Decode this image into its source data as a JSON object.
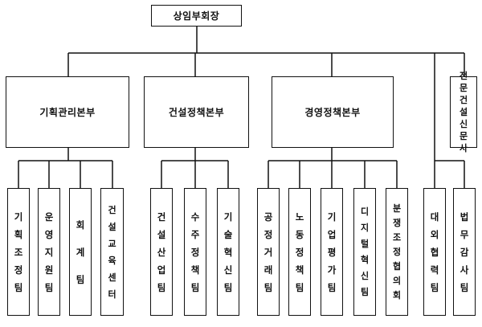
{
  "top": {
    "label": "상임부회장"
  },
  "divisions": [
    {
      "label": "기획관리본부",
      "teams": [
        "기획조정팀",
        "운영지원팀",
        "회계팀",
        "건설교육센터"
      ]
    },
    {
      "label": "건설정책본부",
      "teams": [
        "건설산업팀",
        "수주정책팀",
        "기술혁신팀"
      ]
    },
    {
      "label": "경영정책본부",
      "teams": [
        "공정거래팀",
        "노동정책팀",
        "기업평가팀",
        "디지털혁신팀",
        "분쟁조정협의회"
      ]
    }
  ],
  "newspaper": {
    "label": "전문건설신문사"
  },
  "direct_teams": [
    "대외협력팀",
    "법무감사팀"
  ]
}
